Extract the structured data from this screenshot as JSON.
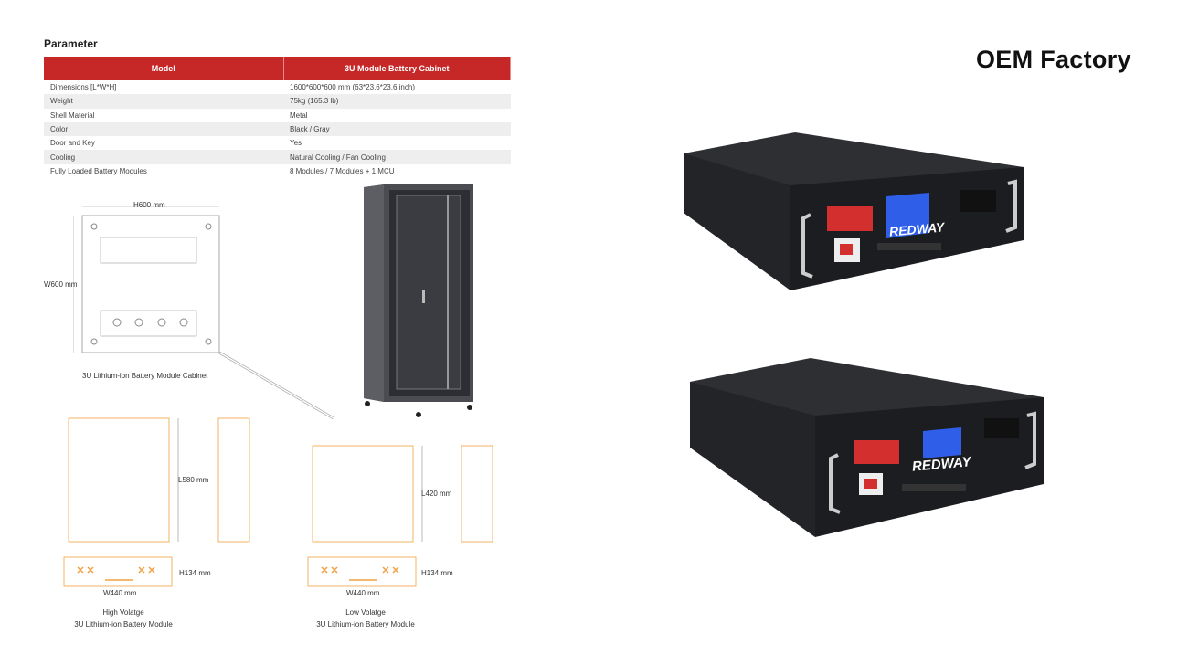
{
  "parameter_title": "Parameter",
  "table": {
    "headers": [
      "Model",
      "3U Module Battery Cabinet"
    ],
    "rows": [
      [
        "Dimensions [L*W*H]",
        "1600*600*600 mm (63*23.6*23.6 inch)"
      ],
      [
        "Weight",
        "75kg (165.3 lb)"
      ],
      [
        "Shell Material",
        "Metal"
      ],
      [
        "Color",
        "Black / Gray"
      ],
      [
        "Door and Key",
        "Yes"
      ],
      [
        "Cooling",
        "Natural Cooling / Fan Cooling"
      ],
      [
        "Fully Loaded Battery Modules",
        "8 Modules / 7 Modules + 1 MCU"
      ]
    ]
  },
  "cabinet_drawing": {
    "width_label": "H600 mm",
    "height_label": "W600 mm",
    "caption": "3U Lithium-ion Battery Module Cabinet"
  },
  "high_voltage": {
    "length_label": "L580 mm",
    "height_label": "H134 mm",
    "width_label": "W440 mm",
    "caption_line1": "High Volatge",
    "caption_line2": "3U Lithium-ion Battery Module"
  },
  "low_voltage": {
    "length_label": "L420 mm",
    "height_label": "H134 mm",
    "width_label": "W440 mm",
    "caption_line1": "Low Volatge",
    "caption_line2": "3U Lithium-ion Battery Module"
  },
  "oem_title": "OEM Factory",
  "brand": "REDWAY",
  "colors": {
    "header_red": "#c62828",
    "drawing_orange": "#f0a040",
    "battery_body": "#2a2a2c",
    "terminal_red": "#d32f2f",
    "lcd_blue": "#2f5ee8"
  }
}
